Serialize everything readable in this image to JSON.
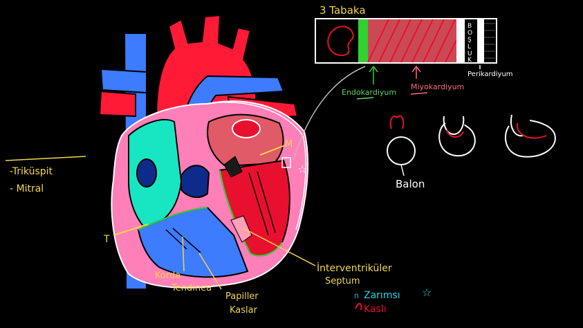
{
  "labels": {
    "three_layers": "3 Tabaka",
    "bosluk_letters": [
      "B",
      "O",
      "Ş",
      "L",
      "U",
      "K"
    ],
    "perikardiyum": "Perikardiyum",
    "endokardiyum": "Endokardiyum",
    "miyokardiyum": "Miyokardiyum",
    "balon": "Balon",
    "trikuspit": "-Triküspit",
    "mitral": "- Mitral",
    "t_marker": "T",
    "m_marker": "M",
    "korda_1": "Korda",
    "korda_2": "Tendinea",
    "papiller_1": "Papiller",
    "papiller_2": "Kaslar",
    "interventrikuler_1": "İnterventriküler",
    "interventrikuler_2": "Septum",
    "legend_zarimsi": "Zarımsı",
    "legend_kasli": "Kaslı"
  },
  "colors": {
    "background": "#000000",
    "aorta_red": "#ff1a36",
    "vein_blue": "#3d7bff",
    "pericardium_pink": "#ff7fb8",
    "atrium_cyan": "#18e6c2",
    "myocardium_red": "#e8102e",
    "myocardium_salmon": "#e05a67",
    "endocardium_green": "#2fd22f",
    "yellow_text": "#f2d64a",
    "white_text": "#ffffff",
    "green_text": "#5fd35f",
    "salmon_text": "#ff6b7a",
    "cyan_text": "#24d6e6"
  }
}
